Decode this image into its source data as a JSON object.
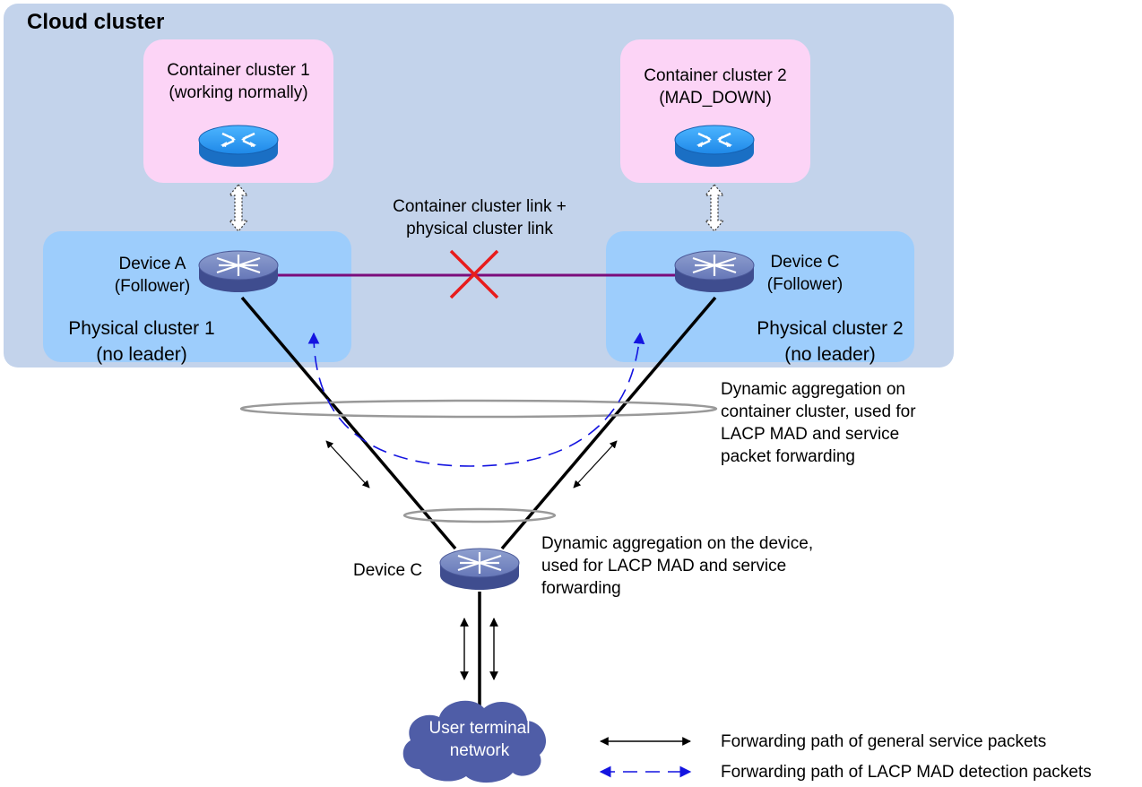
{
  "cloud_cluster": {
    "title": "Cloud cluster"
  },
  "container_clusters": [
    {
      "name": "Container cluster 1",
      "status": "(working normally)"
    },
    {
      "name": "Container cluster 2",
      "status": "(MAD_DOWN)"
    }
  ],
  "physical_clusters": [
    {
      "name": "Physical cluster 1",
      "status": "(no leader)"
    },
    {
      "name": "Physical cluster 2",
      "status": "(no leader)"
    }
  ],
  "devices": {
    "device_a": {
      "name": "Device A",
      "role": "(Follower)"
    },
    "device_c_top": {
      "name": "Device C",
      "role": "(Follower)"
    },
    "device_c_bottom": {
      "name": "Device C"
    }
  },
  "cluster_link": {
    "line1": "Container cluster link +",
    "line2": "physical cluster link"
  },
  "annotations": {
    "container_aggregation": {
      "line1": "Dynamic aggregation on",
      "line2": "container cluster, used for",
      "line3": "LACP MAD and service",
      "line4": "packet forwarding"
    },
    "device_aggregation": {
      "line1": "Dynamic aggregation on the device,",
      "line2": "used for LACP MAD and service",
      "line3": "forwarding"
    }
  },
  "user_network": {
    "line1": "User terminal",
    "line2": "network"
  },
  "legend": {
    "general": "Forwarding path of general service packets",
    "lacp": "Forwarding path of LACP MAD detection packets"
  },
  "colors": {
    "cloud_bg": "#c3d3eb",
    "container_bg": "#fcd4f6",
    "physical_bg": "#9dcdfc",
    "link": "#7b0c7b",
    "broken": "#e81c1c",
    "lacp_path": "#1414e0",
    "cloud": "#4f5da7"
  },
  "icons": {
    "router": "router-icon",
    "switch": "switch-icon",
    "cloud": "cloud-icon",
    "break": "x-mark-icon"
  }
}
